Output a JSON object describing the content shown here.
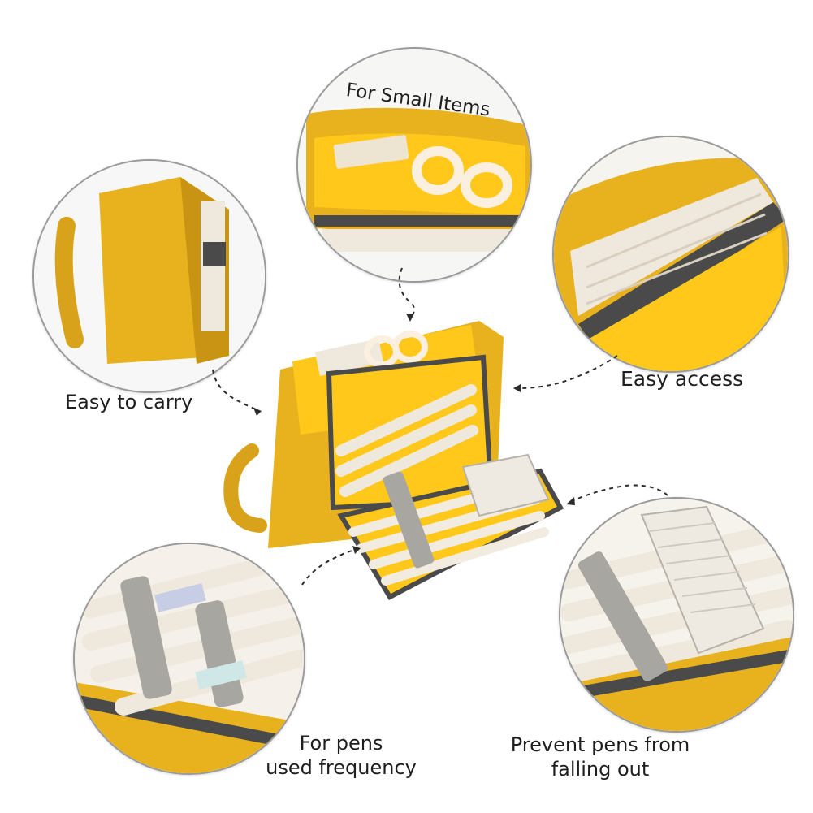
{
  "features": {
    "small_items": {
      "label": "For Small Items"
    },
    "easy_carry": {
      "label": "Easy to carry"
    },
    "easy_access": {
      "label": "Easy access"
    },
    "pens_frequency": {
      "line1": "For pens",
      "line2": "used frequency"
    },
    "prevent_fall": {
      "line1": "Prevent pens from",
      "line2": "falling out"
    }
  },
  "colors": {
    "fabric_yellow": "#e8b21f",
    "fabric_yellow_dark": "#c99413",
    "lining_yellow": "#ffc81a",
    "trim_gray": "#4a4a4a",
    "pen_white": "#f2ece0",
    "elastic_gray": "#a8a6a0",
    "circle_border": "#9a9a9a"
  },
  "icons": [
    "dotted-arrow-icon"
  ]
}
